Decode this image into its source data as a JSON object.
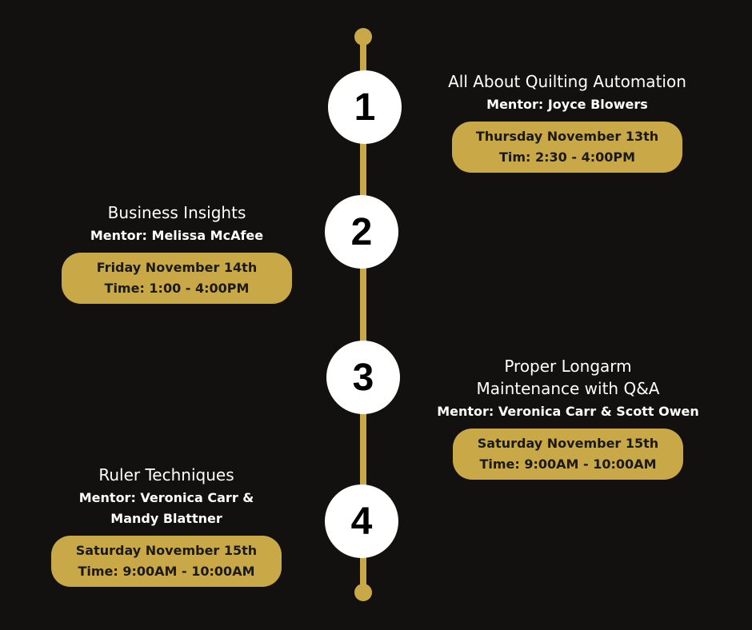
{
  "colors": {
    "background": "#121110",
    "accent": "#c9a947"
  },
  "events": [
    {
      "number": "1",
      "title": "All About Quilting Automation",
      "mentor": "Mentor: Joyce Blowers",
      "date": "Thursday November 13th",
      "time": "Tim: 2:30 - 4:00PM"
    },
    {
      "number": "2",
      "title": "Business Insights",
      "mentor": "Mentor: Melissa McAfee",
      "date": "Friday November 14th",
      "time": "Time: 1:00 - 4:00PM"
    },
    {
      "number": "3",
      "title": "Proper Longarm Maintenance with Q&A",
      "mentor": "Mentor: Veronica Carr & Scott Owen",
      "date": "Saturday November 15th",
      "time": "Time: 9:00AM - 10:00AM"
    },
    {
      "number": "4",
      "title": "Ruler Techniques",
      "mentor": "Mentor: Veronica Carr & Mandy Blattner",
      "date": "Saturday November 15th",
      "time": "Time: 9:00AM - 10:00AM"
    }
  ]
}
